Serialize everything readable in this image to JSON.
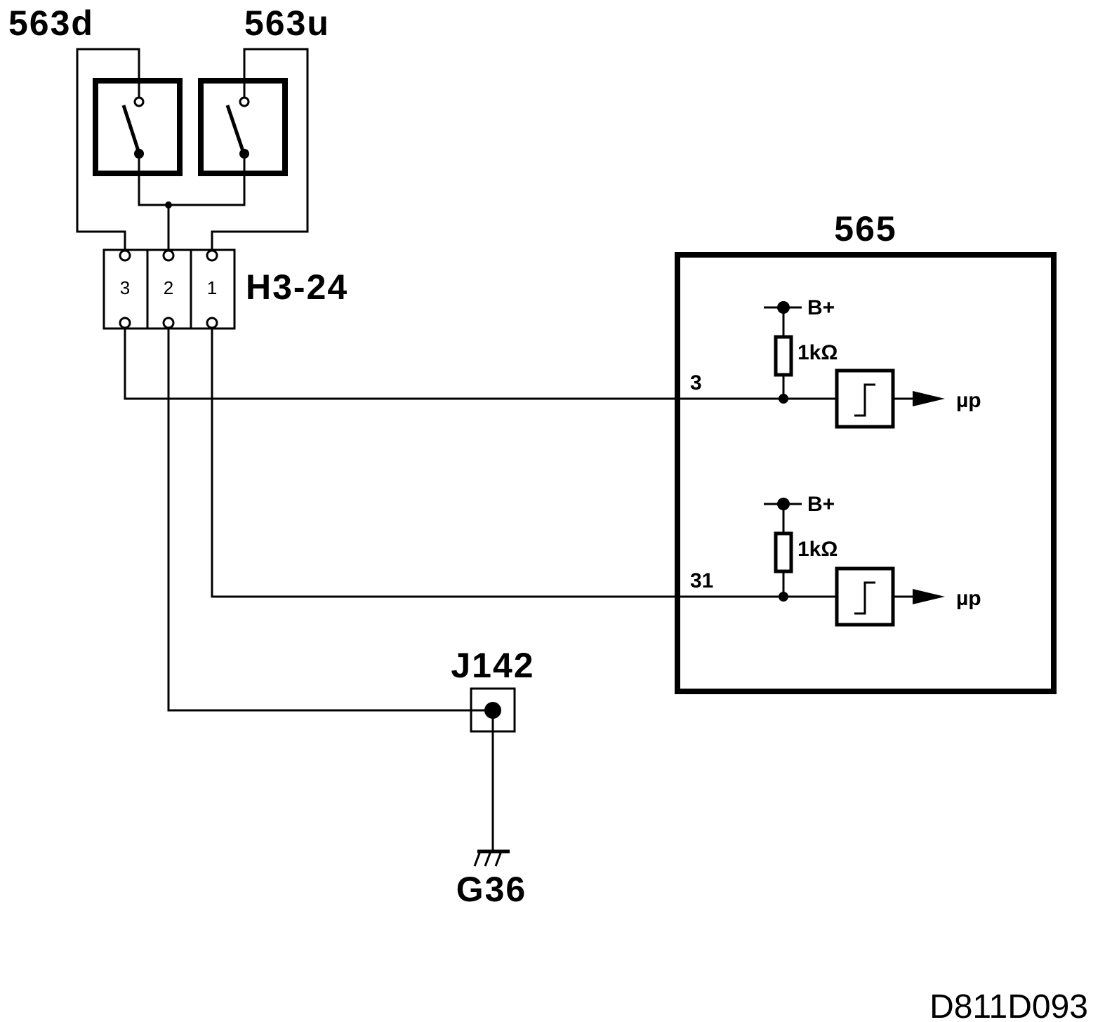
{
  "switches": {
    "down": "563d",
    "up": "563u"
  },
  "connector": {
    "name": "H3-24",
    "pins": [
      "3",
      "2",
      "1"
    ]
  },
  "module": {
    "name": "565",
    "channel1": {
      "pin": "3",
      "supply": "B+",
      "resistor": "1kΩ",
      "output": "µp"
    },
    "channel2": {
      "pin": "31",
      "supply": "B+",
      "resistor": "1kΩ",
      "output": "µp"
    }
  },
  "splice": {
    "name": "J142"
  },
  "ground": {
    "name": "G36"
  },
  "drawing_code": "D811D093"
}
